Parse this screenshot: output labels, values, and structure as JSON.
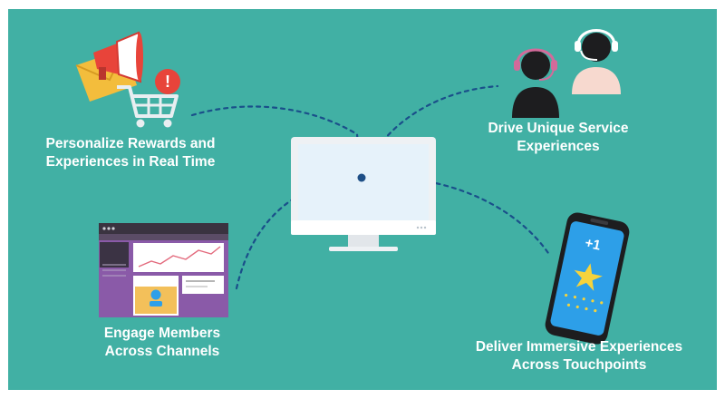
{
  "colors": {
    "teal": "#41b0a4",
    "dotted_line": "#1a4f8a",
    "hub_dot": "#1e4f86",
    "monitor_bezel": "#eef1f4",
    "monitor_screen": "#e6f2fa",
    "alert_red": "#e8443a",
    "phone_blue": "#2d9fe8",
    "star_yellow": "#f5d33c",
    "dashboard_purple": "#8a5aa8"
  },
  "features": [
    {
      "id": "personalize",
      "line1": "Personalize Rewards and",
      "line2": "Experiences in Real Time",
      "icon": "email-megaphone-cart-alert-icon"
    },
    {
      "id": "service",
      "line1": "Drive Unique Service",
      "line2": "Experiences",
      "icon": "support-agents-headset-icon"
    },
    {
      "id": "engage",
      "line1": "Engage Members",
      "line2": "Across Channels",
      "icon": "dashboard-window-icon"
    },
    {
      "id": "deliver",
      "line1": "Deliver Immersive Experiences",
      "line2": "Across Touchpoints",
      "icon": "phone-star-reward-icon"
    }
  ],
  "center": {
    "icon": "desktop-monitor-icon"
  },
  "alert_glyph": "!",
  "phone_badge": "+1"
}
